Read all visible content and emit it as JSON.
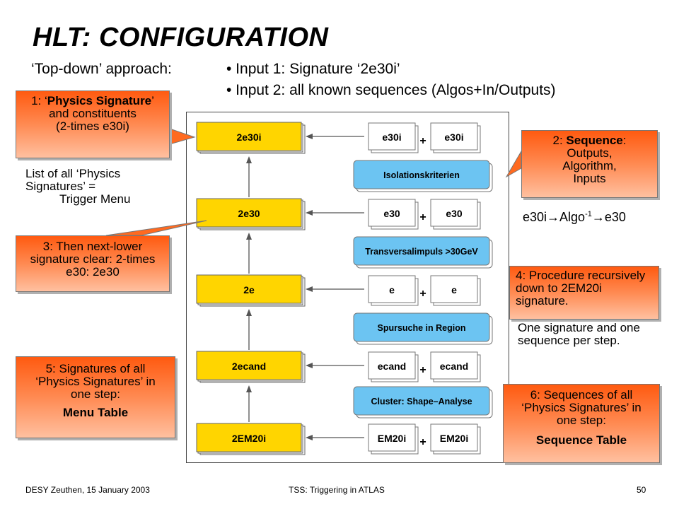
{
  "slide": {
    "title": "HLT: CONFIGURATION",
    "approach_label": "‘Top-down’ approach:",
    "bullets": [
      "• Input 1: Signature ‘2e30i’",
      "• Input 2: all known sequences (Algos+In/Outputs)"
    ]
  },
  "callouts": {
    "c1": {
      "prefix": "1: ‘",
      "bold": "Physics Signature",
      "suffix": "’",
      "line2": "and constituents",
      "line3": "(2-times e30i)"
    },
    "c2": {
      "prefix": "2: ",
      "bold": "Sequence",
      "suffix": ":",
      "line2": "Outputs,",
      "line3": "Algorithm,",
      "line4": "Inputs"
    },
    "c3": {
      "text": "3: Then next-lower signature clear: 2-times e30: 2e30"
    },
    "c4": {
      "text": "4: Procedure recursively down to 2EM20i signature."
    },
    "c5": {
      "text": "5: Signatures of all ‘Physics Signatures’ in one step:",
      "bold": "Menu Table"
    },
    "c6": {
      "text": "6: Sequences of all ‘Physics Signatures’ in one step:",
      "bold": "Sequence Table"
    }
  },
  "notes": {
    "list_line1": "List of all ‘Physics",
    "list_line2": "Signatures’ =",
    "list_line3": "Trigger Menu",
    "formula_a": "e30i",
    "formula_b": "Algo",
    "formula_sup": "-1",
    "formula_c": "e30",
    "one_sig": "One signature and one sequence per step."
  },
  "diagram": {
    "plus": "+",
    "signatures": [
      "2e30i",
      "2e30",
      "2e",
      "2ecand",
      "2EM20i"
    ],
    "elements": [
      [
        "e30i",
        "e30i"
      ],
      [
        "e30",
        "e30"
      ],
      [
        "e",
        "e"
      ],
      [
        "ecand",
        "ecand"
      ],
      [
        "EM20i",
        "EM20i"
      ]
    ],
    "algorithms": [
      "Isolationskriterien",
      "Transversalimpuls >30GeV",
      "Spursuche in Region",
      "Cluster: Shape–Analyse"
    ]
  },
  "footer": {
    "left": "DESY Zeuthen, 15 January 2003",
    "center": "TSS: Triggering in ATLAS",
    "page": "50"
  },
  "colors": {
    "signature_box": "#ffd500",
    "algorithm_box": "#6cc4f2",
    "callout_top": "#ff5a10",
    "callout_bottom": "#ffc0a0"
  }
}
